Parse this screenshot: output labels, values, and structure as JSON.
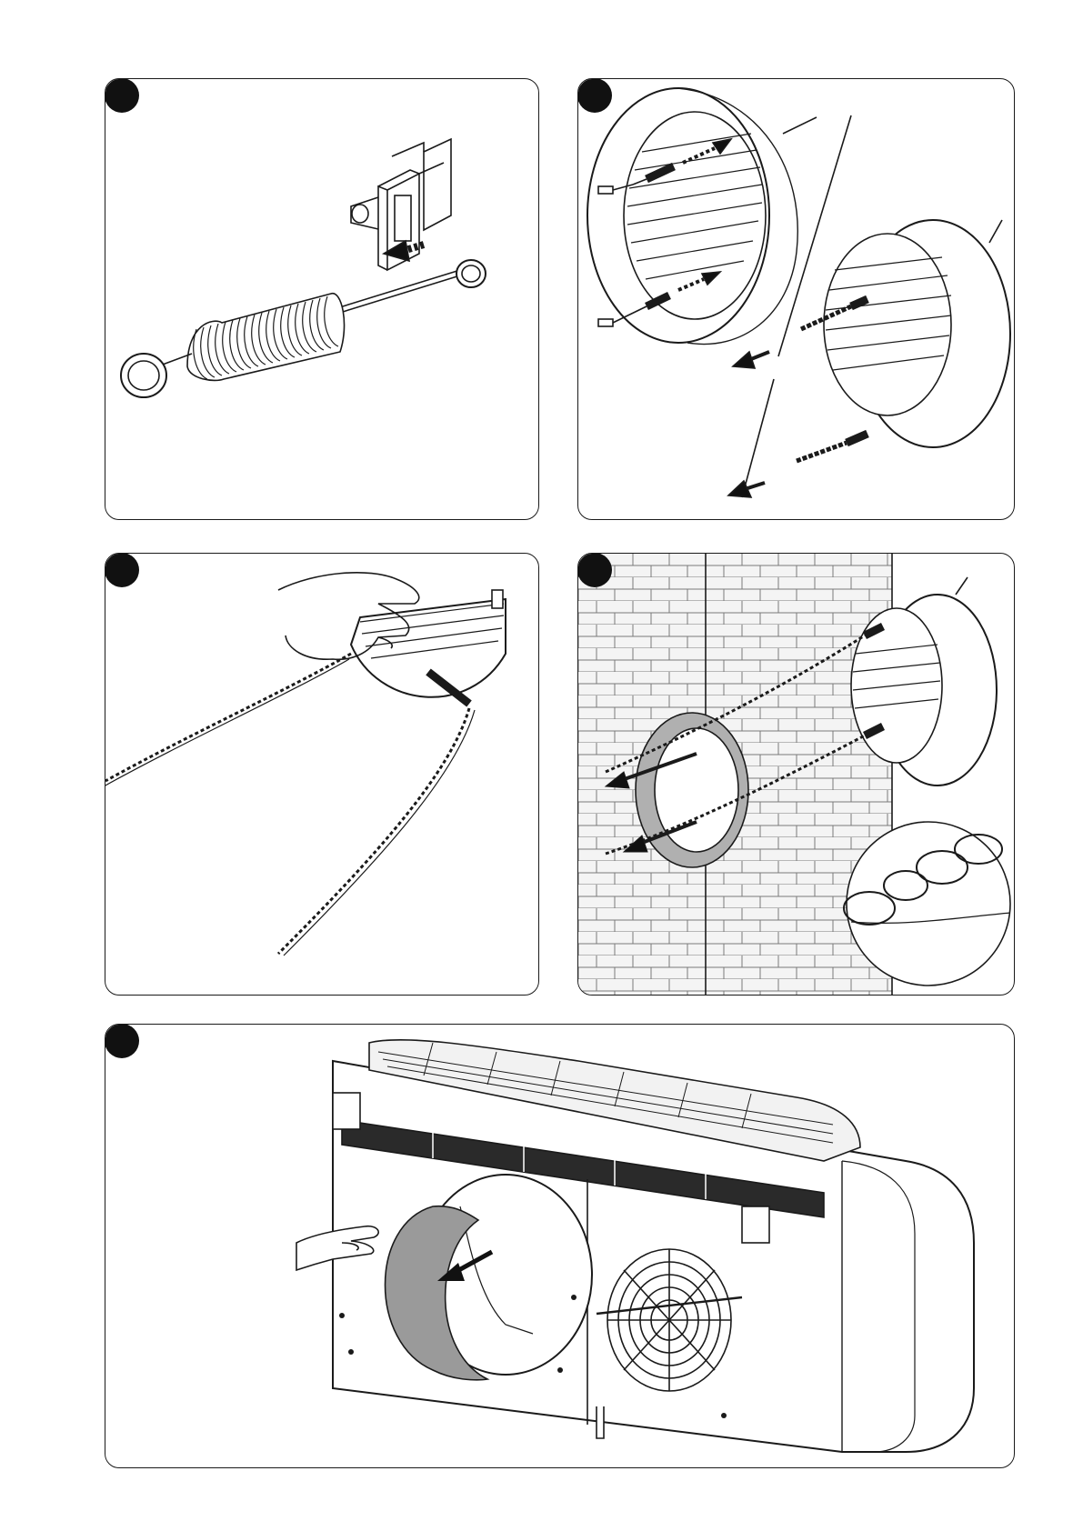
{
  "document": {
    "kind": "installation-instruction-sheet",
    "steps": [
      {
        "id": 1,
        "badge": ""
      },
      {
        "id": 2,
        "badge": ""
      },
      {
        "id": 3,
        "badge": ""
      },
      {
        "id": 4,
        "badge": ""
      },
      {
        "id": 5,
        "badge": ""
      }
    ]
  },
  "colors": {
    "line": "#1a1a1a",
    "panel_border": "#1a1a1a",
    "badge": "#111111",
    "grey_fill": "#9a9a9a",
    "light_fill": "#efefef",
    "background": "#ffffff"
  },
  "icons": [
    "spring-hook-icon",
    "wall-grille-icon",
    "chain-icon",
    "hand-icon",
    "arrow-icon",
    "brick-wall-icon",
    "air-conditioner-unit-icon",
    "fan-guard-icon"
  ]
}
